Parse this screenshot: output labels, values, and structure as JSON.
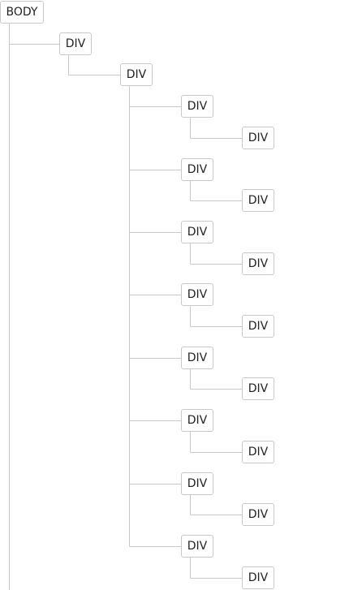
{
  "tree": {
    "tag": "BODY",
    "children": [
      {
        "tag": "DIV",
        "children": [
          {
            "tag": "DIV",
            "children": [
              {
                "tag": "DIV",
                "children": [
                  {
                    "tag": "DIV",
                    "children": []
                  }
                ]
              },
              {
                "tag": "DIV",
                "children": [
                  {
                    "tag": "DIV",
                    "children": []
                  }
                ]
              },
              {
                "tag": "DIV",
                "children": [
                  {
                    "tag": "DIV",
                    "children": []
                  }
                ]
              },
              {
                "tag": "DIV",
                "children": [
                  {
                    "tag": "DIV",
                    "children": []
                  }
                ]
              },
              {
                "tag": "DIV",
                "children": [
                  {
                    "tag": "DIV",
                    "children": []
                  }
                ]
              },
              {
                "tag": "DIV",
                "children": [
                  {
                    "tag": "DIV",
                    "children": []
                  }
                ]
              },
              {
                "tag": "DIV",
                "children": [
                  {
                    "tag": "DIV",
                    "children": []
                  }
                ]
              },
              {
                "tag": "DIV",
                "children": [
                  {
                    "tag": "DIV",
                    "children": []
                  }
                ]
              }
            ]
          }
        ]
      }
    ]
  },
  "colors": {
    "connector": "#c8c8c8",
    "node_border": "#c8c8c8",
    "node_text": "#222222",
    "background": "#ffffff"
  }
}
